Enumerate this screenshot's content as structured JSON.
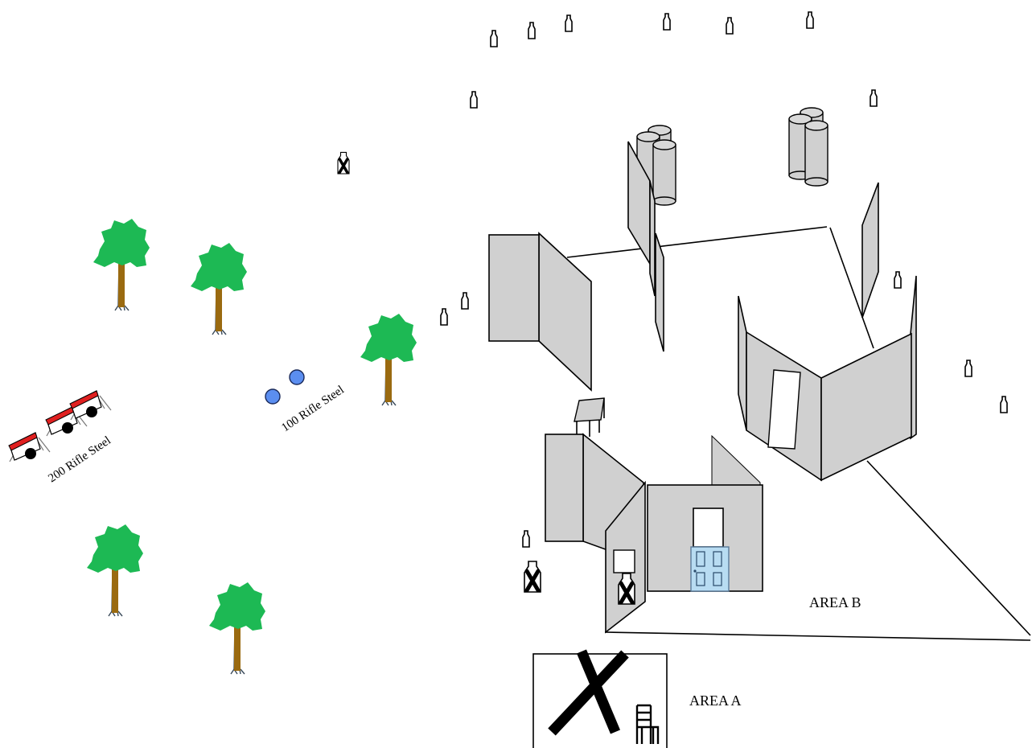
{
  "labels": {
    "area_a": "AREA  A",
    "area_b": "AREA  B",
    "rifle_100": "100 Rifle Steel",
    "rifle_200": "200 Rifle Steel"
  },
  "colors": {
    "tree_foliage": "#1db954",
    "tree_trunk": "#9a6a10",
    "steel_plate": "#5b8ef0",
    "steel_target_roof": "#e02020",
    "wall_fill": "#d0d0d0",
    "door_fill": "#b8dcf2"
  },
  "icons": {
    "target": "paper-target-icon",
    "no_shoot": "no-shoot-target-icon",
    "tree": "tree-icon",
    "barrel": "barrel-icon",
    "chair": "chair-icon",
    "table": "table-icon",
    "door": "door-icon"
  }
}
